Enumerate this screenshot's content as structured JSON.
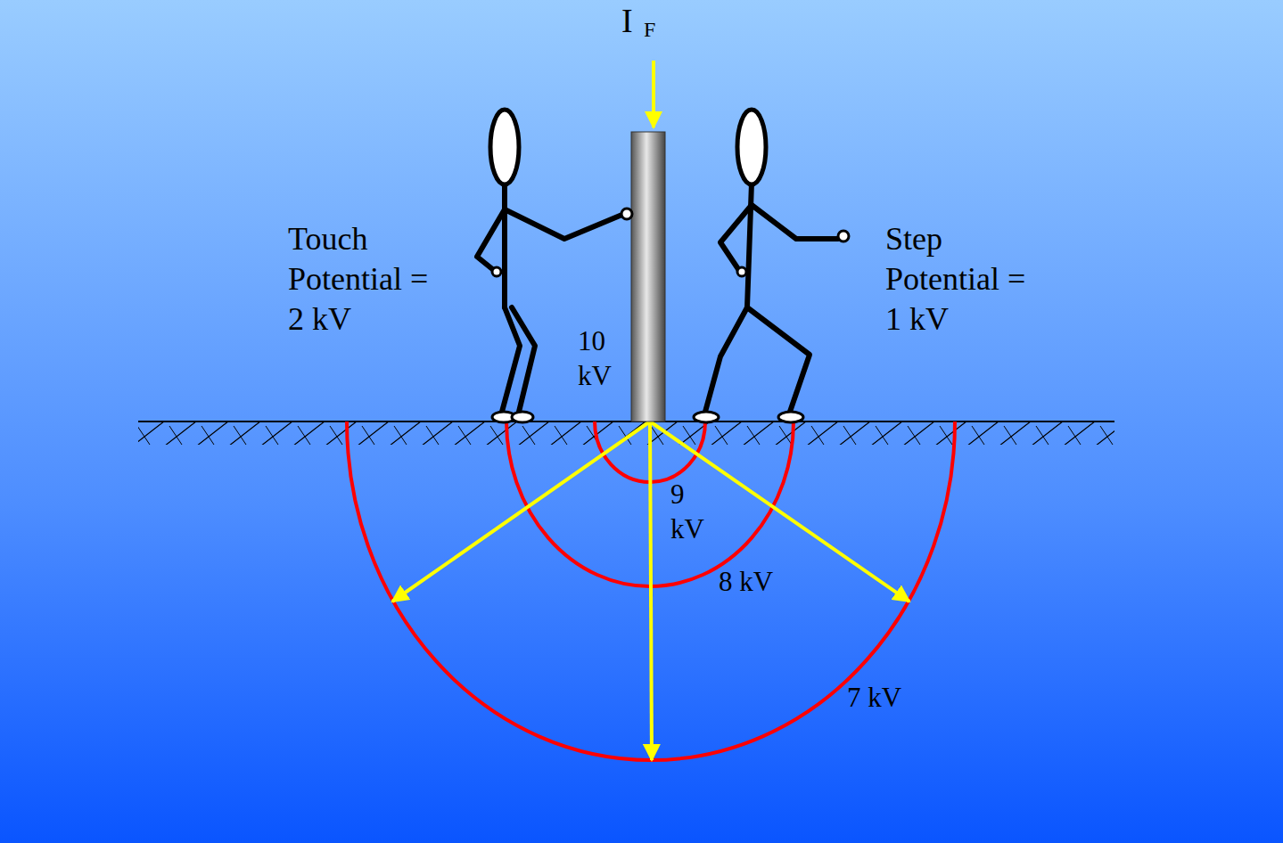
{
  "diagram": {
    "labels": [
      "I",
      "F",
      "Touch Potential = 2 kV",
      "Step Potential = 1 kV",
      "10 kV",
      "9 kV",
      "8 kV",
      "7 kV"
    ]
  }
}
